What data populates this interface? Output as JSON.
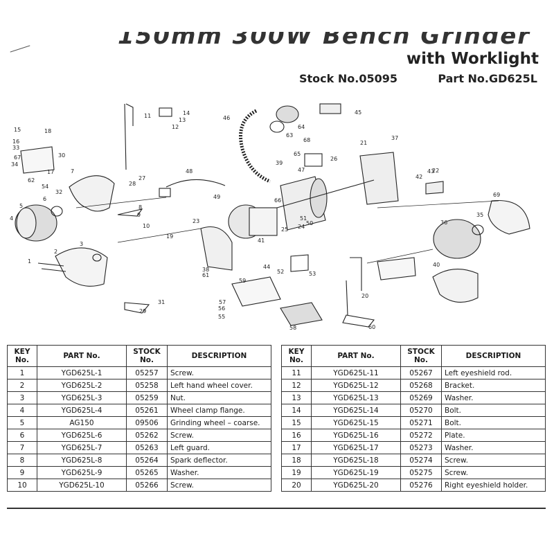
{
  "header": {
    "cut_title": "150mm 300W Bench Grinder",
    "title": "with Worklight",
    "stock": "Stock No.05095",
    "part": "Part No.GD625L"
  },
  "diagram_labels": [
    "1",
    "2",
    "3",
    "4",
    "5",
    "6",
    "7",
    "8",
    "9",
    "10",
    "11",
    "12",
    "13",
    "14",
    "15",
    "16",
    "17",
    "18",
    "19",
    "20",
    "21",
    "22",
    "23",
    "24",
    "25",
    "26",
    "27",
    "28",
    "29",
    "30",
    "31",
    "32",
    "33",
    "34",
    "35",
    "36",
    "37",
    "38",
    "39",
    "40",
    "41",
    "42",
    "43",
    "44",
    "45",
    "46",
    "47",
    "48",
    "49",
    "50",
    "51",
    "52",
    "53",
    "54",
    "55",
    "56",
    "57",
    "58",
    "59",
    "60",
    "61",
    "62",
    "63",
    "64",
    "65",
    "66",
    "67",
    "68",
    "69"
  ],
  "table_headers": [
    "KEY No.",
    "PART No.",
    "STOCK No.",
    "DESCRIPTION"
  ],
  "table_left": [
    {
      "key": "1",
      "part": "YGD625L-1",
      "stock": "05257",
      "desc": "Screw."
    },
    {
      "key": "2",
      "part": "YGD625L-2",
      "stock": "05258",
      "desc": "Left hand wheel cover."
    },
    {
      "key": "3",
      "part": "YGD625L-3",
      "stock": "05259",
      "desc": "Nut."
    },
    {
      "key": "4",
      "part": "YGD625L-4",
      "stock": "05261",
      "desc": "Wheel clamp flange."
    },
    {
      "key": "5",
      "part": "AG150",
      "stock": "09506",
      "desc": "Grinding wheel – coarse."
    },
    {
      "key": "6",
      "part": "YGD625L-6",
      "stock": "05262",
      "desc": "Screw."
    },
    {
      "key": "7",
      "part": "YGD625L-7",
      "stock": "05263",
      "desc": "Left guard."
    },
    {
      "key": "8",
      "part": "YGD625L-8",
      "stock": "05264",
      "desc": "Spark deflector."
    },
    {
      "key": "9",
      "part": "YGD625L-9",
      "stock": "05265",
      "desc": "Washer."
    },
    {
      "key": "10",
      "part": "YGD625L-10",
      "stock": "05266",
      "desc": "Screw."
    }
  ],
  "table_right": [
    {
      "key": "11",
      "part": "YGD625L-11",
      "stock": "05267",
      "desc": "Left eyeshield rod."
    },
    {
      "key": "12",
      "part": "YGD625L-12",
      "stock": "05268",
      "desc": "Bracket."
    },
    {
      "key": "13",
      "part": "YGD625L-13",
      "stock": "05269",
      "desc": "Washer."
    },
    {
      "key": "14",
      "part": "YGD625L-14",
      "stock": "05270",
      "desc": "Bolt."
    },
    {
      "key": "15",
      "part": "YGD625L-15",
      "stock": "05271",
      "desc": "Bolt."
    },
    {
      "key": "16",
      "part": "YGD625L-16",
      "stock": "05272",
      "desc": "Plate."
    },
    {
      "key": "17",
      "part": "YGD625L-17",
      "stock": "05273",
      "desc": "Washer."
    },
    {
      "key": "18",
      "part": "YGD625L-18",
      "stock": "05274",
      "desc": "Screw."
    },
    {
      "key": "19",
      "part": "YGD625L-19",
      "stock": "05275",
      "desc": "Screw."
    },
    {
      "key": "20",
      "part": "YGD625L-20",
      "stock": "05276",
      "desc": "Right eyeshield holder."
    }
  ]
}
